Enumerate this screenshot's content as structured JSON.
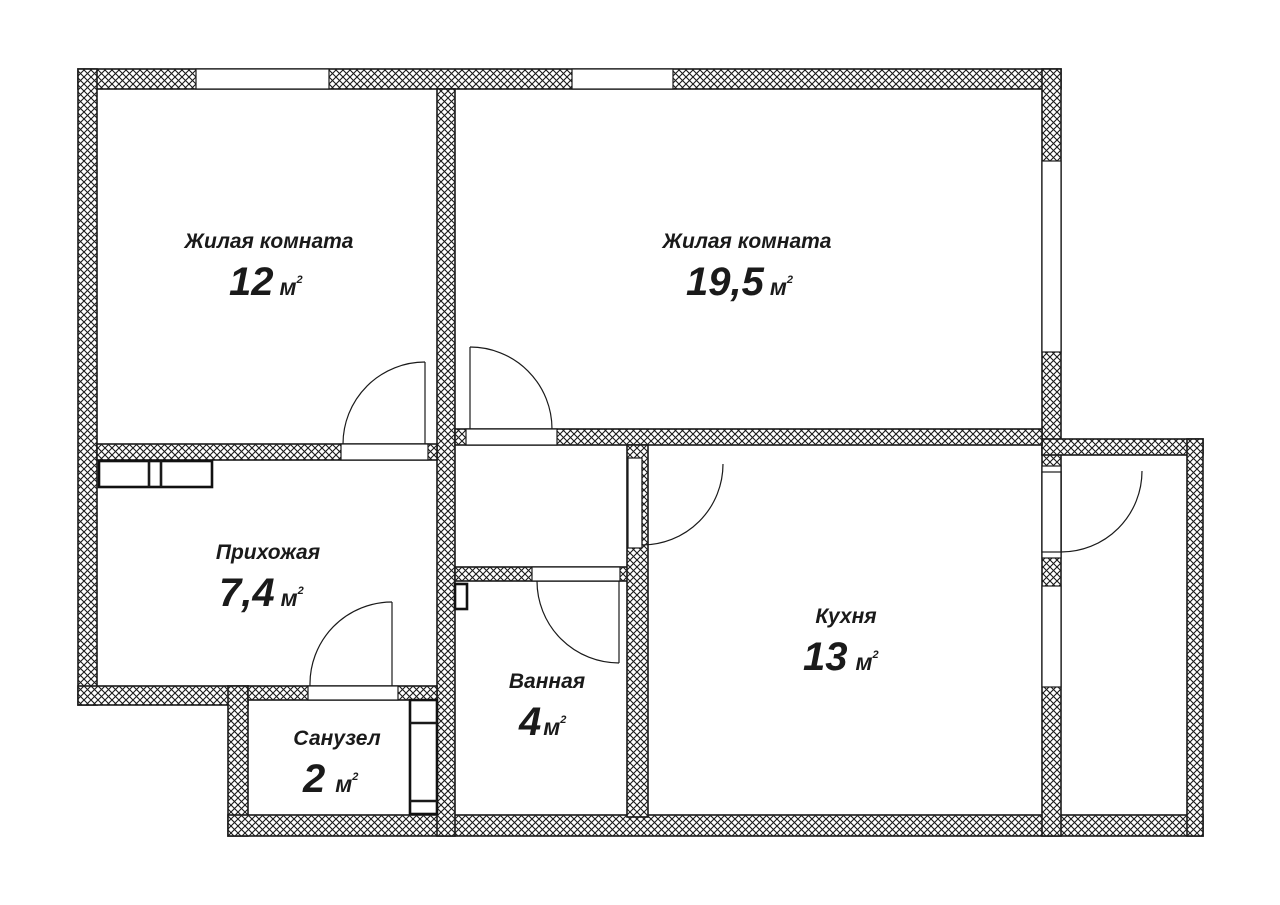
{
  "plan": {
    "wall_color": "#1a1a1a",
    "background": "#ffffff",
    "rooms": [
      {
        "id": "living-1",
        "name": "Жилая комната",
        "area": "12",
        "unit": "м",
        "sup": "2"
      },
      {
        "id": "living-2",
        "name": "Жилая комната",
        "area": "19,5",
        "unit": "м",
        "sup": "2"
      },
      {
        "id": "hallway",
        "name": "Прихожая",
        "area": "7,4",
        "unit": "м",
        "sup": "2"
      },
      {
        "id": "toilet",
        "name": "Санузел",
        "area": "2",
        "unit": "м",
        "sup": "2"
      },
      {
        "id": "bathroom",
        "name": "Ванная",
        "area": "4",
        "unit": "м",
        "sup": "2"
      },
      {
        "id": "kitchen",
        "name": "Кухня",
        "area": "13",
        "unit": "м",
        "sup": "2"
      }
    ]
  }
}
